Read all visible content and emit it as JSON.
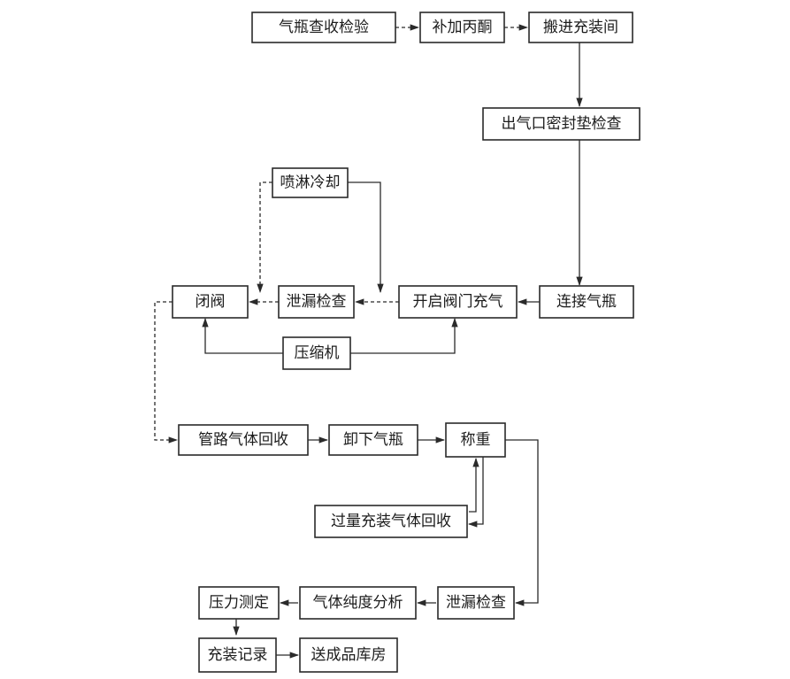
{
  "nodes": [
    {
      "id": "inspect",
      "label": "气瓶查收检验"
    },
    {
      "id": "acetone",
      "label": "补加丙酮"
    },
    {
      "id": "move_in",
      "label": "搬进充装间"
    },
    {
      "id": "gasket",
      "label": "出气口密封垫检查"
    },
    {
      "id": "spray",
      "label": "喷淋冷却"
    },
    {
      "id": "close_valve",
      "label": "闭阀"
    },
    {
      "id": "leak1",
      "label": "泄漏检查"
    },
    {
      "id": "open_fill",
      "label": "开启阀门充气"
    },
    {
      "id": "connect",
      "label": "连接气瓶"
    },
    {
      "id": "compressor",
      "label": "压缩机"
    },
    {
      "id": "recover_pipe",
      "label": "管路气体回收"
    },
    {
      "id": "unload",
      "label": "卸下气瓶"
    },
    {
      "id": "weigh",
      "label": "称重"
    },
    {
      "id": "overfill",
      "label": "过量充装气体回收"
    },
    {
      "id": "pressure",
      "label": "压力测定"
    },
    {
      "id": "purity",
      "label": "气体纯度分析"
    },
    {
      "id": "leak2",
      "label": "泄漏检查"
    },
    {
      "id": "record",
      "label": "充装记录"
    },
    {
      "id": "storage",
      "label": "送成品库房"
    }
  ],
  "edges": [
    {
      "from": "inspect",
      "to": "acetone",
      "style": "dashed"
    },
    {
      "from": "acetone",
      "to": "move_in",
      "style": "dashed"
    },
    {
      "from": "move_in",
      "to": "gasket",
      "style": "solid"
    },
    {
      "from": "gasket",
      "to": "connect",
      "style": "solid"
    },
    {
      "from": "connect",
      "to": "open_fill",
      "style": "solid"
    },
    {
      "from": "open_fill",
      "to": "leak1",
      "style": "dashed"
    },
    {
      "from": "leak1",
      "to": "close_valve",
      "style": "dashed"
    },
    {
      "from": "spray",
      "to": "close_valve",
      "style": "dashed"
    },
    {
      "from": "spray",
      "to": "leak1",
      "style": "solid"
    },
    {
      "from": "compressor",
      "to": "close_valve",
      "style": "solid"
    },
    {
      "from": "compressor",
      "to": "open_fill",
      "style": "solid"
    },
    {
      "from": "close_valve",
      "to": "recover_pipe",
      "style": "dashed"
    },
    {
      "from": "recover_pipe",
      "to": "unload",
      "style": "solid"
    },
    {
      "from": "unload",
      "to": "weigh",
      "style": "solid"
    },
    {
      "from": "weigh",
      "to": "overfill",
      "style": "solid"
    },
    {
      "from": "overfill",
      "to": "weigh",
      "style": "solid"
    },
    {
      "from": "weigh",
      "to": "leak2",
      "style": "solid"
    },
    {
      "from": "leak2",
      "to": "purity",
      "style": "solid"
    },
    {
      "from": "purity",
      "to": "pressure",
      "style": "solid"
    },
    {
      "from": "pressure",
      "to": "record",
      "style": "solid"
    },
    {
      "from": "record",
      "to": "storage",
      "style": "solid"
    }
  ]
}
